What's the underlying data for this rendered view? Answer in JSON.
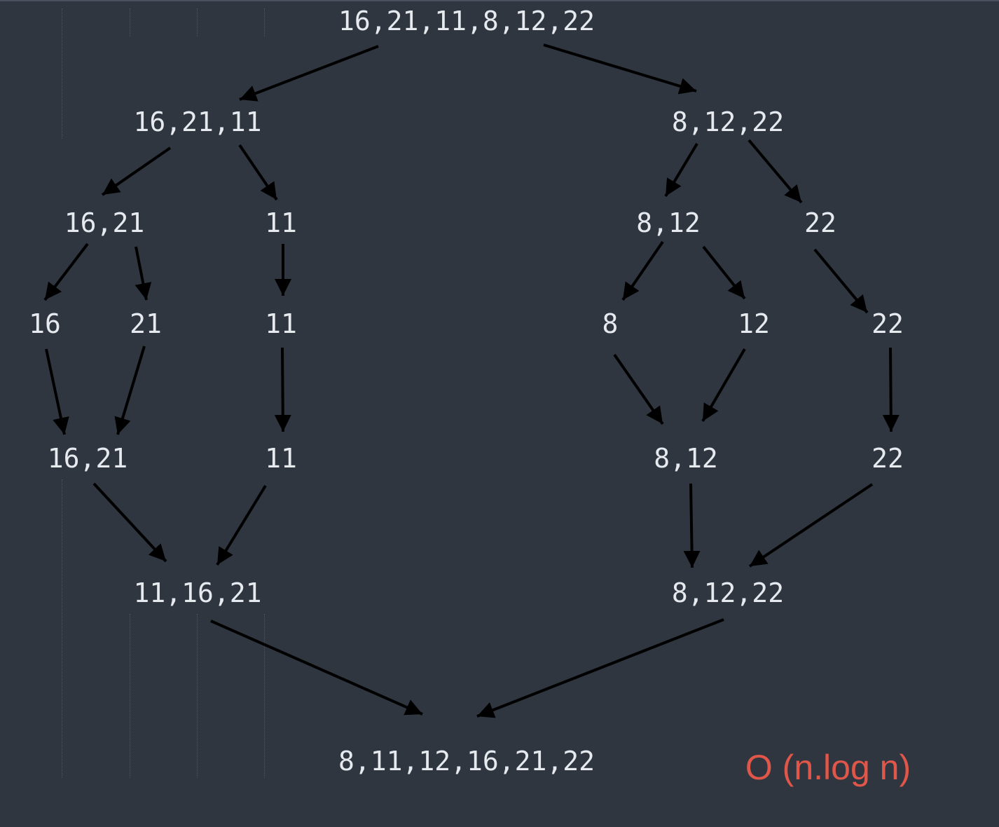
{
  "nodes": {
    "root": "16,21,11,8,12,22",
    "left_split": "16,21,11",
    "right_split": "8,12,22",
    "l2_a": "16,21",
    "l2_b": "11",
    "r2_a": "8,12",
    "r2_b": "22",
    "l3_a": "16",
    "l3_b": "21",
    "l3_c": "11",
    "r3_a": "8",
    "r3_b": "12",
    "r3_c": "22",
    "l4_a": "16,21",
    "l4_b": "11",
    "r4_a": "8,12",
    "r4_b": "22",
    "left_merge": "11,16,21",
    "right_merge": "8,12,22",
    "result": "8,11,12,16,21,22"
  },
  "complexity": "O (n.log n)",
  "colors": {
    "background": "#2f3640",
    "text": "#e6e9ee",
    "arrow": "#000000",
    "complexity": "#e0574a"
  }
}
